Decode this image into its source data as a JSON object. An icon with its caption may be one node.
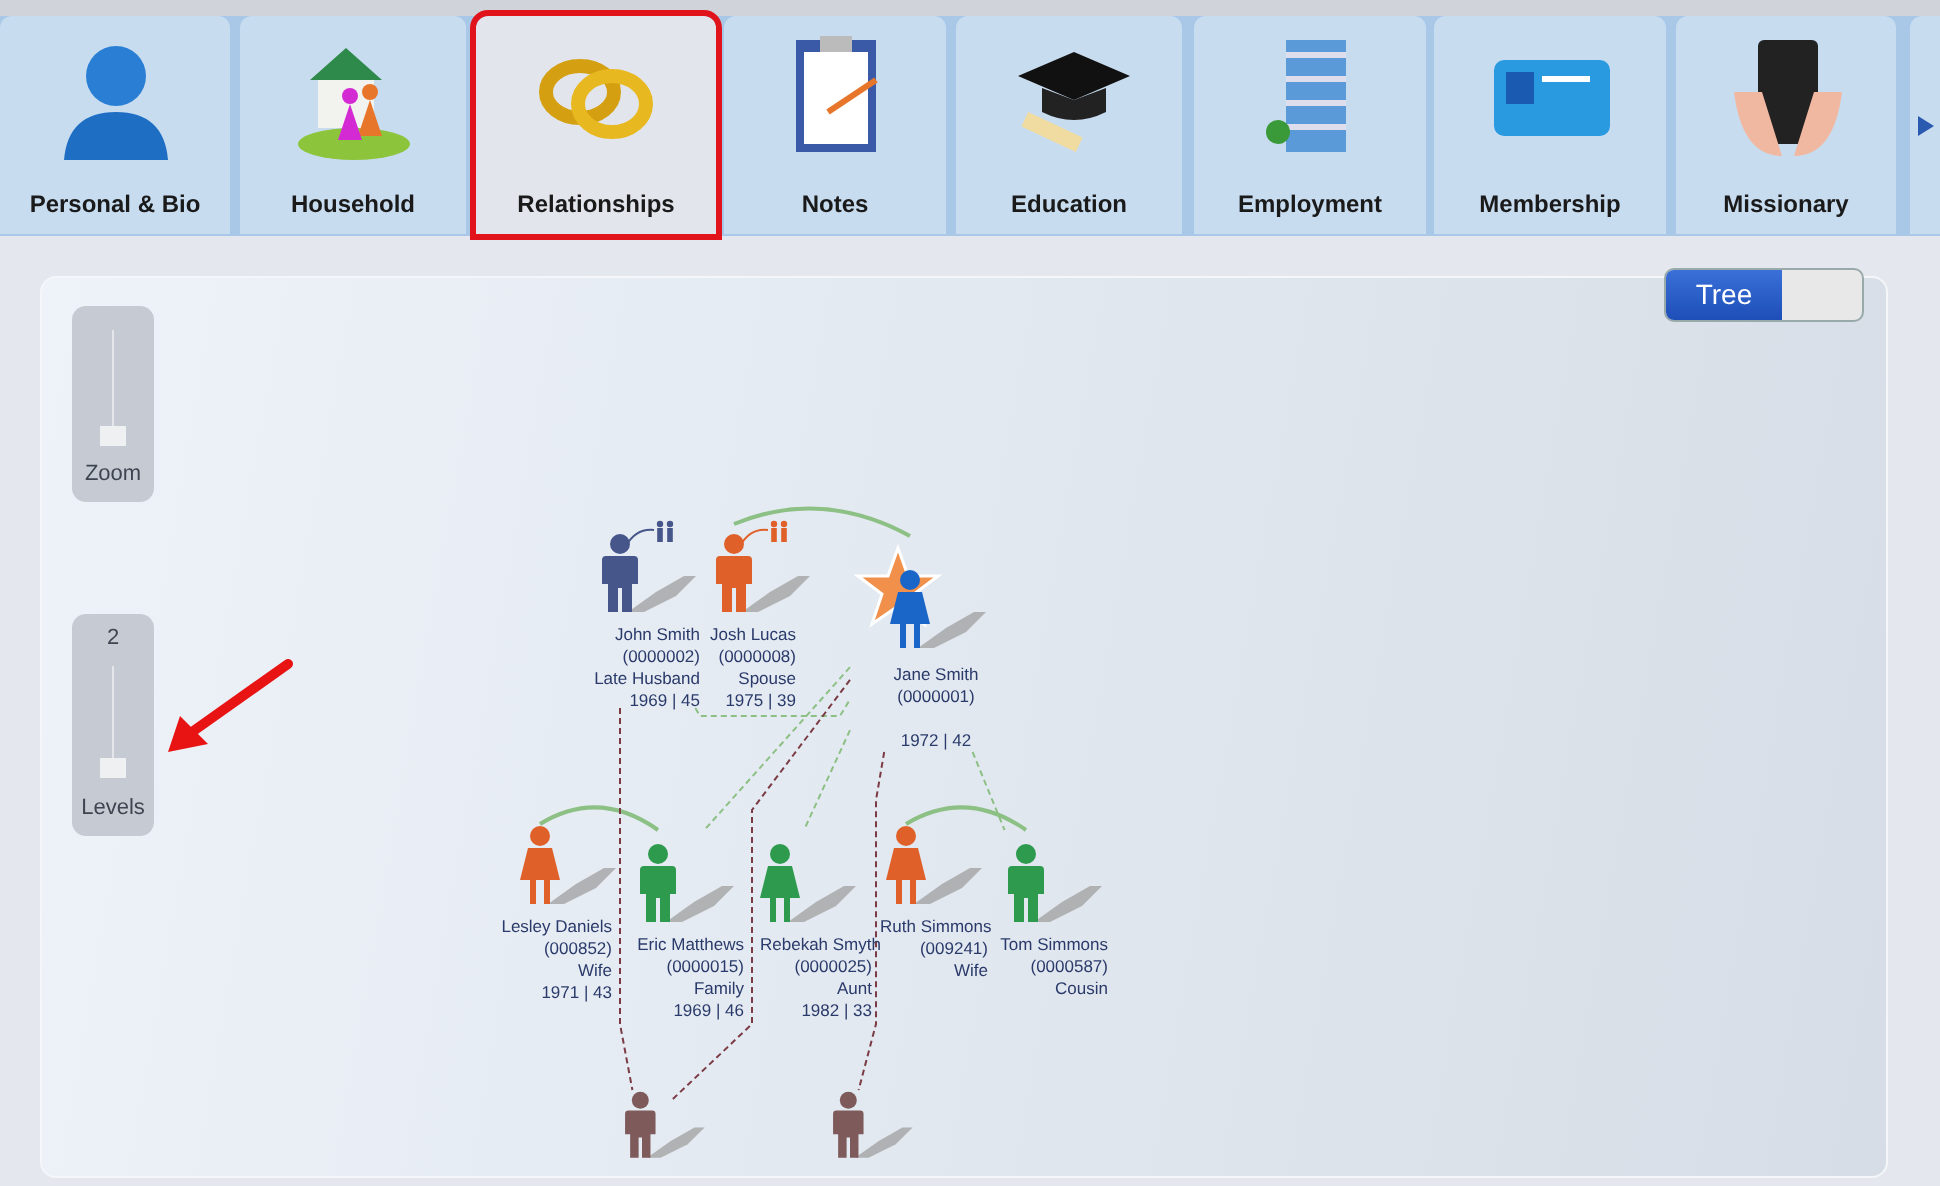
{
  "diagram": {
    "nodes": [
      {
        "text": [
          "John Smith",
          "(0000002)",
          "Late Husband",
          "1969 | 45"
        ]
      },
      {
        "text": [
          "Josh Lucas",
          "(0000008)",
          "Spouse",
          "1975 | 39"
        ]
      },
      {
        "text": [
          "Jane Smith",
          "(0000001)",
          "1972 | 42"
        ]
      },
      {
        "text": [
          "Lesley Daniels",
          "(000852)",
          "Wife",
          "1971 | 43"
        ]
      },
      {
        "text": [
          "Eric Matthews",
          "(0000015)",
          "Family",
          "1969 | 46"
        ]
      },
      {
        "text": [
          "Rebekah Smyth",
          "(0000025)",
          "Aunt",
          "1982 | 33"
        ]
      },
      {
        "text": [
          "Ruth Simmons",
          "(009241)",
          "Wife"
        ]
      },
      {
        "text": [
          "Tom Simmons",
          "(0000587)",
          "Cousin"
        ]
      },
      {
        "text": [],
        "shape": "person"
      },
      {
        "text": [],
        "shape": "person"
      }
    ],
    "edges": [
      {
        "from": 1,
        "to": 2,
        "arrow": "none"
      },
      {
        "from": 0,
        "to": 2,
        "arrow": "none",
        "style": "dashed"
      },
      {
        "from": 3,
        "to": 4,
        "arrow": "none"
      },
      {
        "from": 6,
        "to": 7,
        "arrow": "none"
      },
      {
        "from": 2,
        "to": 4,
        "arrow": "none",
        "style": "dashed"
      },
      {
        "from": 2,
        "to": 5,
        "arrow": "none",
        "style": "dashed"
      },
      {
        "from": 2,
        "to": 7,
        "arrow": "none",
        "style": "dashed"
      },
      {
        "from": 0,
        "to": 8,
        "arrow": "none",
        "style": "dashed",
        "color": "#7b3b45"
      },
      {
        "from": 2,
        "to": 8,
        "arrow": "none",
        "style": "dashed",
        "color": "#7b3b45"
      },
      {
        "from": 2,
        "to": 9,
        "arrow": "none",
        "style": "dashed",
        "color": "#7b3b45"
      }
    ],
    "labels": [
      "Personal & Bio",
      "Household",
      "Relationships",
      "Notes",
      "Education",
      "Employment",
      "Membership",
      "Missionary",
      "Tree",
      "Zoom",
      "2",
      "Levels"
    ]
  }
}
